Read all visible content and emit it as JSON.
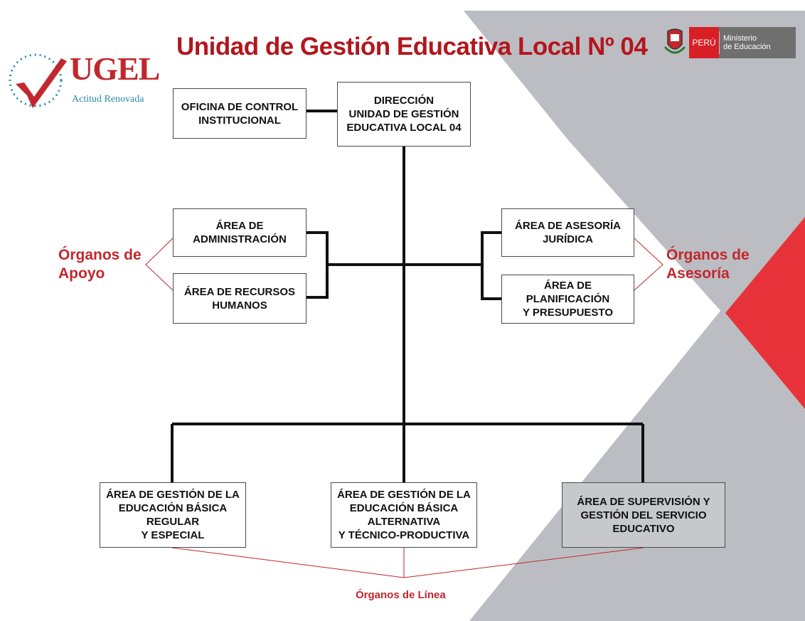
{
  "title": "Unidad de Gestión Educativa Local Nº 04",
  "ugel_logo": {
    "name": "UGEL",
    "tagline": "Actitud Renovada",
    "icon": "checkmark-icon"
  },
  "minedu_logo": {
    "country": "PERÚ",
    "ministry_line1": "Ministerio",
    "ministry_line2": "de Educación",
    "icon": "coat-of-arms-icon"
  },
  "boxes": {
    "direccion": [
      "DIRECCIÓN",
      "UNIDAD DE GESTIÓN",
      "EDUCATIVA LOCAL 04"
    ],
    "control": [
      "OFICINA DE CONTROL",
      "INSTITUCIONAL"
    ],
    "administracion": [
      "ÁREA DE",
      "ADMINISTRACIÓN"
    ],
    "recursos": [
      "ÁREA DE RECURSOS",
      "HUMANOS"
    ],
    "asesoria_juridica": [
      "ÁREA DE ASESORÍA",
      "JURÍDICA"
    ],
    "planificacion": [
      "ÁREA DE PLANIFICACIÓN",
      "Y PRESUPUESTO"
    ],
    "ebr": [
      "ÁREA DE GESTIÓN DE LA",
      "EDUCACIÓN BÁSICA REGULAR",
      "Y ESPECIAL"
    ],
    "eba": [
      "ÁREA DE GESTIÓN DE LA",
      "EDUCACIÓN BÁSICA ALTERNATIVA",
      "Y TÉCNICO-PRODUCTIVA"
    ],
    "supervision": [
      "ÁREA DE SUPERVISIÓN Y",
      "GESTIÓN DEL SERVICIO",
      "EDUCATIVO"
    ]
  },
  "labels": {
    "apoyo": [
      "Órganos de",
      "Apoyo"
    ],
    "asesoria": [
      "Órganos de",
      "Asesoría"
    ],
    "linea": "Órganos de Línea"
  },
  "colors": {
    "title_red": "#b3161e",
    "accent_red": "#e8323a",
    "gray_band": "#bcbdc2",
    "line": "#111111"
  }
}
